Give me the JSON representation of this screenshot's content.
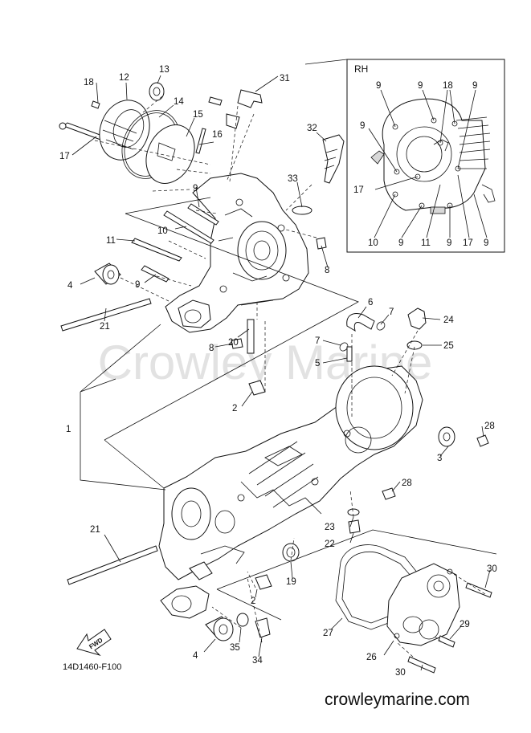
{
  "watermark": "Crowley Marine",
  "inset": {
    "title": "RH"
  },
  "diagram_code": "14D1460-F100",
  "site_url": "crowleymarine.com",
  "fwd_text": "FWD",
  "callouts": [
    {
      "id": "c18",
      "text": "18"
    },
    {
      "id": "c12",
      "text": "12"
    },
    {
      "id": "c13",
      "text": "13"
    },
    {
      "id": "c14",
      "text": "14"
    },
    {
      "id": "c15",
      "text": "15"
    },
    {
      "id": "c16",
      "text": "16"
    },
    {
      "id": "c17",
      "text": "17"
    },
    {
      "id": "c31",
      "text": "31"
    },
    {
      "id": "c32",
      "text": "32"
    },
    {
      "id": "c33",
      "text": "33"
    },
    {
      "id": "c9a",
      "text": "9"
    },
    {
      "id": "c10",
      "text": "10"
    },
    {
      "id": "c11",
      "text": "11"
    },
    {
      "id": "c9b",
      "text": "9"
    },
    {
      "id": "c4a",
      "text": "4"
    },
    {
      "id": "c8a",
      "text": "8"
    },
    {
      "id": "c21a",
      "text": "21"
    },
    {
      "id": "c8b",
      "text": "8"
    },
    {
      "id": "c20",
      "text": "20"
    },
    {
      "id": "c6",
      "text": "6"
    },
    {
      "id": "c7a",
      "text": "7"
    },
    {
      "id": "c7b",
      "text": "7"
    },
    {
      "id": "c5",
      "text": "5"
    },
    {
      "id": "c24",
      "text": "24"
    },
    {
      "id": "c25",
      "text": "25"
    },
    {
      "id": "c2a",
      "text": "2"
    },
    {
      "id": "c1",
      "text": "1"
    },
    {
      "id": "c28a",
      "text": "28"
    },
    {
      "id": "c3",
      "text": "3"
    },
    {
      "id": "c28b",
      "text": "28"
    },
    {
      "id": "c23",
      "text": "23"
    },
    {
      "id": "c22",
      "text": "22"
    },
    {
      "id": "c21b",
      "text": "21"
    },
    {
      "id": "c19",
      "text": "19"
    },
    {
      "id": "c2b",
      "text": "2"
    },
    {
      "id": "c30a",
      "text": "30"
    },
    {
      "id": "c29",
      "text": "29"
    },
    {
      "id": "c27",
      "text": "27"
    },
    {
      "id": "c26",
      "text": "26"
    },
    {
      "id": "c30b",
      "text": "30"
    },
    {
      "id": "c4b",
      "text": "4"
    },
    {
      "id": "c35",
      "text": "35"
    },
    {
      "id": "c34",
      "text": "34"
    },
    {
      "id": "r9a",
      "text": "9"
    },
    {
      "id": "r9b",
      "text": "9"
    },
    {
      "id": "r18",
      "text": "18"
    },
    {
      "id": "r9c",
      "text": "9"
    },
    {
      "id": "r9d",
      "text": "9"
    },
    {
      "id": "r17a",
      "text": "17"
    },
    {
      "id": "r10",
      "text": "10"
    },
    {
      "id": "r9e",
      "text": "9"
    },
    {
      "id": "r11",
      "text": "11"
    },
    {
      "id": "r9f",
      "text": "9"
    },
    {
      "id": "r17b",
      "text": "17"
    },
    {
      "id": "r9g",
      "text": "9"
    }
  ]
}
